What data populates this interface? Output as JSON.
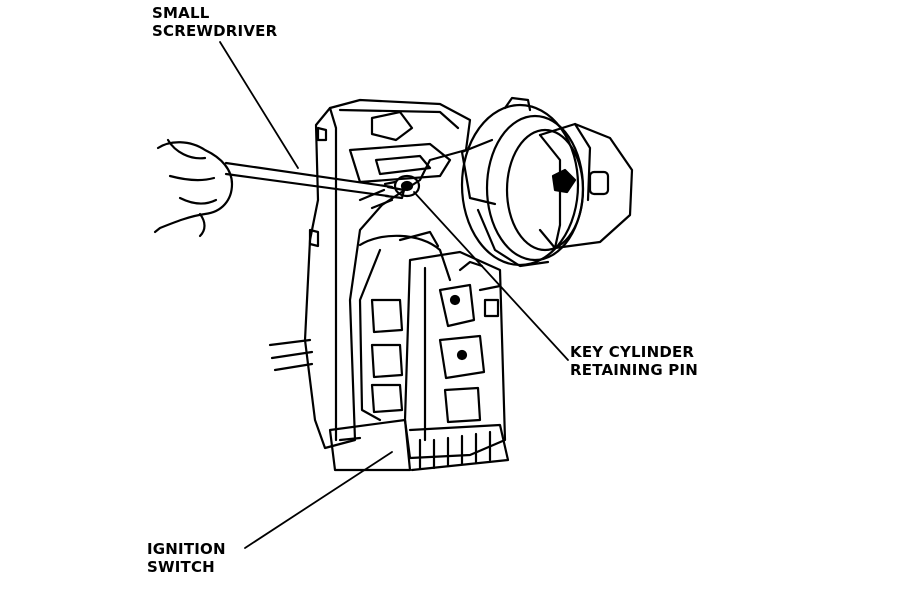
{
  "labels": {
    "screwdriver": {
      "line1": "SMALL",
      "line2": "SCREWDRIVER"
    },
    "retaining_pin": {
      "line1": "KEY CYLINDER",
      "line2": "RETAINING PIN"
    },
    "ignition_switch": {
      "line1": "IGNITION",
      "line2": "SWITCH"
    }
  },
  "colors": {
    "ink": "#000000",
    "paper": "#ffffff"
  }
}
